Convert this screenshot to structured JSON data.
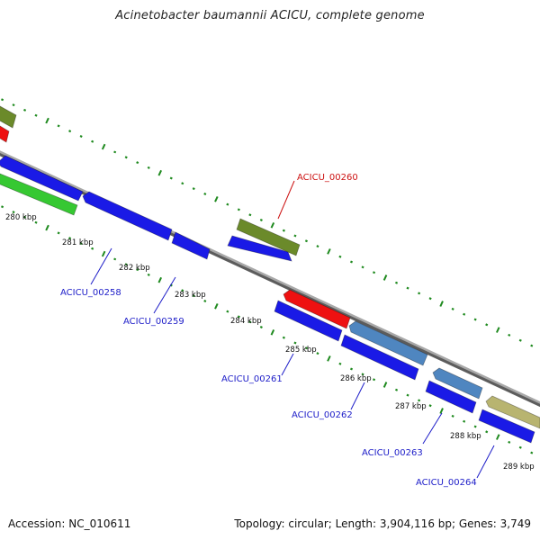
{
  "title": "Acinetobacter baumannii ACICU, complete genome",
  "footer": {
    "accession": "Accession: NC_010611",
    "summary": "Topology: circular; Length: 3,904,116 bp; Genes: 3,749"
  },
  "colors": {
    "backbone": "#8a8a8a",
    "tick": "#1f8a1f",
    "label_blue": "#1c1cc8",
    "label_red": "#cc1111"
  },
  "scale_labels": [
    "280 kbp",
    "281 kbp",
    "282 kbp",
    "283 kbp",
    "284 kbp",
    "285 kbp",
    "286 kbp",
    "287 kbp",
    "288 kbp",
    "289 kbp"
  ],
  "genes": [
    {
      "locus": "",
      "color": "#6b8a2a"
    },
    {
      "locus": "",
      "color": "#ee1111"
    },
    {
      "locus": "",
      "color": "#1a1ae6"
    },
    {
      "locus": "",
      "color": "#36c832"
    },
    {
      "locus": "",
      "color": "#1a1ae6"
    },
    {
      "locus": "ACICU_00258",
      "color": "#1a1ae6"
    },
    {
      "locus": "ACICU_00259",
      "color": "#1a1ae6"
    },
    {
      "locus": "ACICU_00260",
      "color": "#6b8a2a"
    },
    {
      "locus": "",
      "color": "#ee1111"
    },
    {
      "locus": "",
      "color": "#1a1ae6"
    },
    {
      "locus": "ACICU_00261",
      "color": "#4f86c0"
    },
    {
      "locus": "",
      "color": "#1a1ae6"
    },
    {
      "locus": "ACICU_00262",
      "color": "#4f86c0"
    },
    {
      "locus": "",
      "color": "#1a1ae6"
    },
    {
      "locus": "ACICU_00263",
      "color": "#b8b470"
    },
    {
      "locus": "",
      "color": "#1a1ae6"
    },
    {
      "locus": "ACICU_00264",
      "color": "#e8189a"
    }
  ]
}
